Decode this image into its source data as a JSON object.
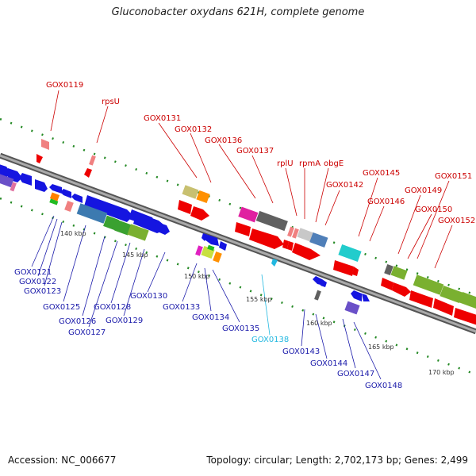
{
  "title": "Gluconobacter oxydans 621H, complete genome",
  "footer": {
    "accession": "Accession: NC_006677",
    "summary": "Topology: circular; Length: 2,702,173 bp; Genes: 2,499"
  },
  "colors": {
    "backbone": "#888888",
    "forward_label": "#cc0000",
    "reverse_label": "#1a1aaa",
    "rna_label": "#22b8e0",
    "tick": "#228822"
  },
  "kbp_ticks": [
    "140 kbp",
    "145 kbp",
    "150 kbp",
    "155 kbp",
    "160 kbp",
    "165 kbp",
    "170 kbp"
  ],
  "forward_genes": [
    "GOX0119",
    "rpsU",
    "GOX0131",
    "GOX0132",
    "GOX0136",
    "GOX0137",
    "rplU",
    "rpmA",
    "obgE",
    "GOX0142",
    "GOX0145",
    "GOX0146",
    "GOX0149",
    "GOX0150",
    "GOX0151",
    "GOX0152"
  ],
  "reverse_genes": [
    "GOX0121",
    "GOX0122",
    "GOX0123",
    "GOX0125",
    "GOX0126",
    "GOX0127",
    "GOX0128",
    "GOX0129",
    "GOX0130",
    "GOX0133",
    "GOX0134",
    "GOX0135",
    "GOX0143",
    "GOX0144",
    "GOX0147",
    "GOX0148"
  ],
  "rna_genes": [
    "GOX0138"
  ]
}
